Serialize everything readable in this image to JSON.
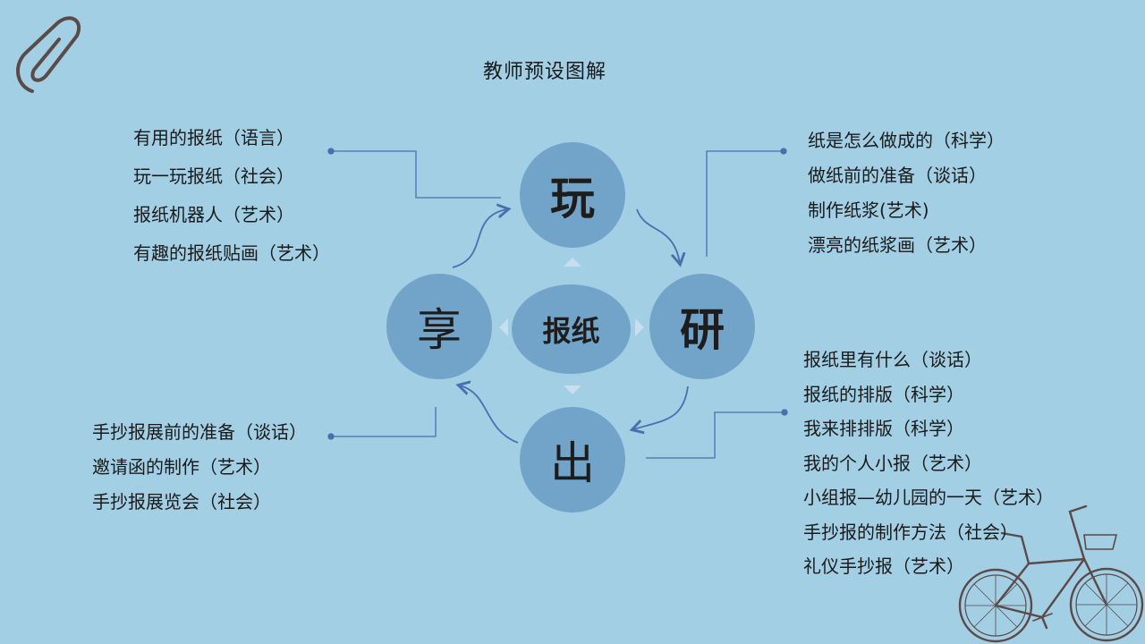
{
  "title": "教师预设图解",
  "center": "报纸",
  "nodes": {
    "play": "玩",
    "research": "研",
    "output": "出",
    "share": "享"
  },
  "play_items": [
    "有用的报纸（语言）",
    "玩一玩报纸（社会）",
    "报纸机器人（艺术）",
    "有趣的报纸贴画（艺术）"
  ],
  "research_items": [
    "纸是怎么做成的（科学）",
    "做纸前的准备（谈话）",
    "制作纸浆(艺术)",
    "漂亮的纸浆画（艺术）"
  ],
  "share_items": [
    "手抄报展前的准备（谈话）",
    "邀请函的制作（艺术）",
    "手抄报展览会（社会）"
  ],
  "output_items": [
    "报纸里有什么（谈话）",
    "报纸的排版（科学）",
    "我来排排版（科学）",
    "我的个人小报（艺术）",
    "小组报—幼儿园的一天（艺术）",
    "手抄报的制作方法（社会）",
    "礼仪手抄报（艺术）"
  ],
  "colors": {
    "background": "#a3cfe5",
    "circle": "#72a3c9",
    "connector": "#4a6fae",
    "sketch": "#5a4a48"
  }
}
